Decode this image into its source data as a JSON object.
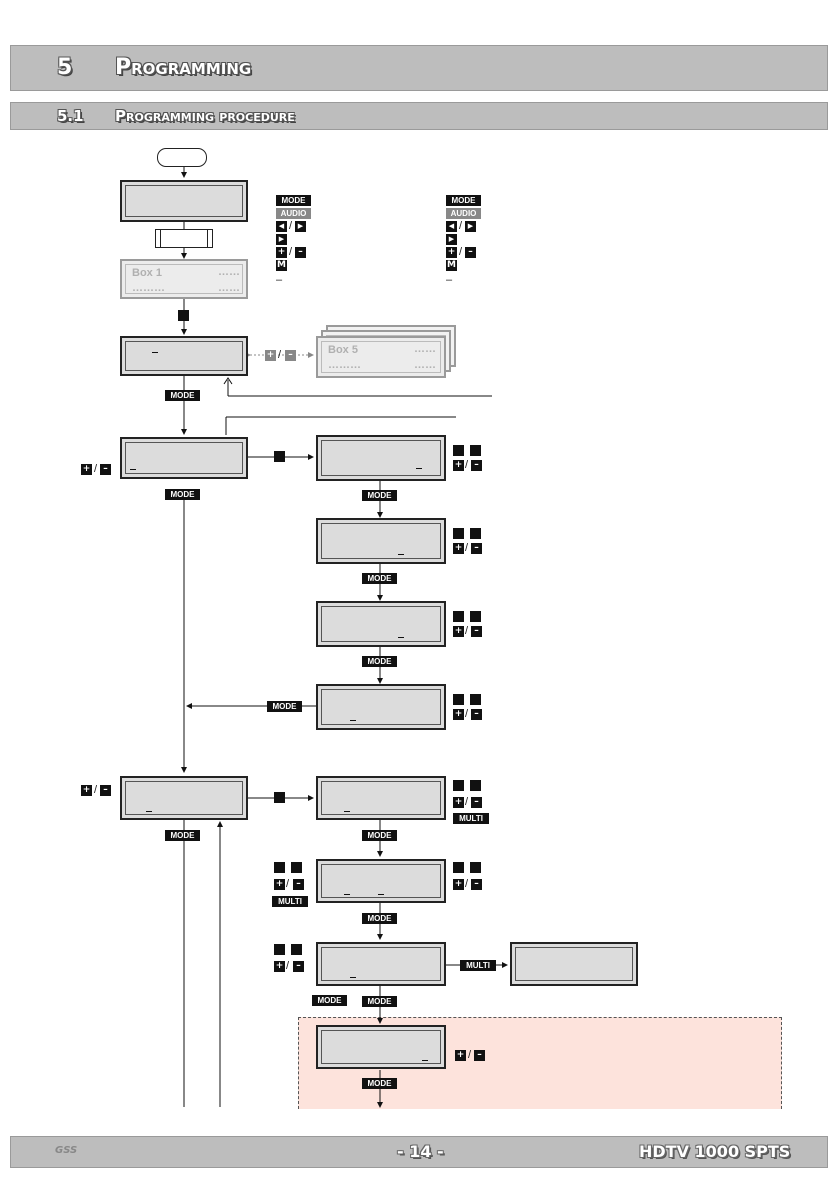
{
  "header": {
    "chapter_number": "5",
    "chapter_title": "Programming",
    "section_number": "5.1",
    "section_title": "Programming procedure"
  },
  "keys": {
    "mode": "MODE",
    "audio": "AUDIO",
    "multi": "MULTI",
    "m": "M",
    "plus": "+",
    "minus": "–",
    "left": "◀",
    "right": "▶",
    "slash": "/",
    "legend_dash": "–"
  },
  "boxes": {
    "box1_title": "Box 1",
    "box1_dots_right": "……",
    "box1_dots_left": "………",
    "box5_title": "Box 5",
    "box5_dots_right": "……",
    "box5_dots_left": "………"
  },
  "footer": {
    "logo": "GSS",
    "page": "- 14 -",
    "product": "HDTV 1000 SPTS"
  },
  "colors": {
    "band": "#bdbdbd",
    "lcd": "#dcdcdc",
    "optional_area": "#fde3dc",
    "key": "#111111"
  }
}
